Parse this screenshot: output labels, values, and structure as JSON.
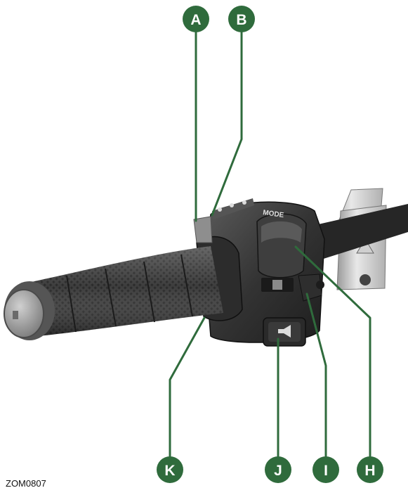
{
  "colors": {
    "badge": "#2f6b3c",
    "background": "#ffffff"
  },
  "figure_code": "ZOM0807",
  "callouts": [
    {
      "id": "A",
      "label": "A"
    },
    {
      "id": "B",
      "label": "B"
    },
    {
      "id": "H",
      "label": "H"
    },
    {
      "id": "I",
      "label": "I"
    },
    {
      "id": "J",
      "label": "J"
    },
    {
      "id": "K",
      "label": "K"
    }
  ],
  "switch_markings": {
    "mode_label": "MODE"
  },
  "illustration_icons": [
    "horn-icon",
    "hazard-icon",
    "switch-cube-icon"
  ]
}
